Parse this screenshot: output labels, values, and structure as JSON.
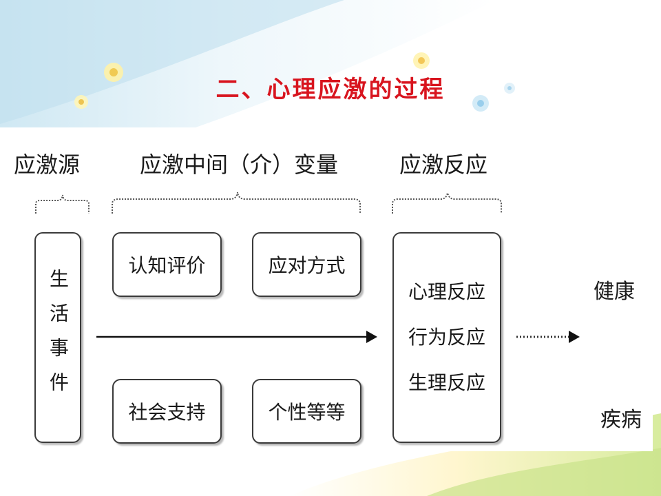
{
  "title": "二、心理应激的过程",
  "headers": {
    "source": "应激源",
    "mediators": "应激中间（介）变量",
    "response": "应激反应"
  },
  "source_box": {
    "label": "生活事件"
  },
  "mediator_boxes": {
    "cognitive_appraisal": "认知评价",
    "coping_style": "应对方式",
    "social_support": "社会支持",
    "personality": "个性等等"
  },
  "response_box": {
    "items": [
      "心理反应",
      "行为反应",
      "生理反应"
    ]
  },
  "outcomes": {
    "health": "健康",
    "disease": "疾病"
  },
  "colors": {
    "title": "#d8141e",
    "text": "#1a1a1a",
    "box_border": "#3a3a3a"
  }
}
